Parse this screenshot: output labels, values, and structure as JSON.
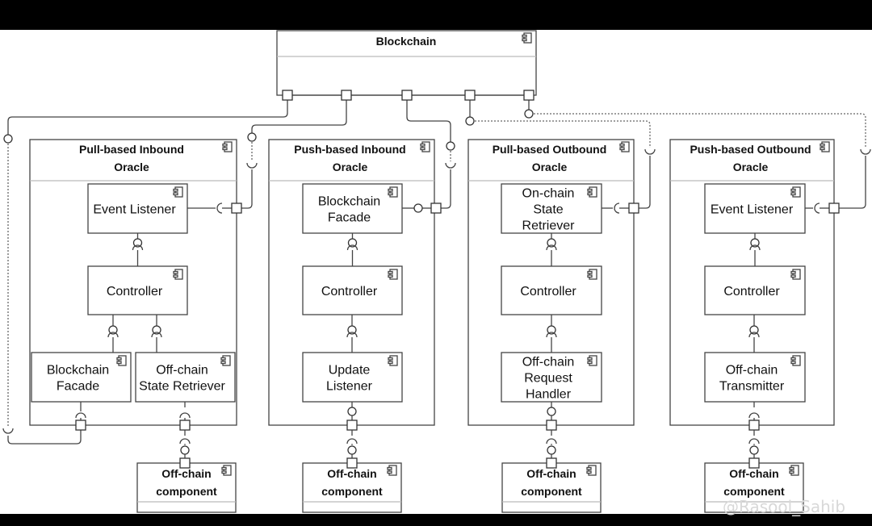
{
  "blockchain": {
    "title": "Blockchain"
  },
  "oracles": [
    {
      "title_line1": "Pull-based Inbound",
      "title_line2": "Oracle",
      "components": [
        [
          "Event Listener"
        ],
        [
          "Controller"
        ],
        [
          "Blockchain",
          "Facade"
        ],
        [
          "Off-chain",
          "State Retriever"
        ]
      ]
    },
    {
      "title_line1": "Push-based Inbound",
      "title_line2": "Oracle",
      "components": [
        [
          "Blockchain",
          "Facade"
        ],
        [
          "Controller"
        ],
        [
          "Update",
          "Listener"
        ]
      ]
    },
    {
      "title_line1": "Pull-based Outbound",
      "title_line2": "Oracle",
      "components": [
        [
          "On-chain",
          "State",
          "Retriever"
        ],
        [
          "Controller"
        ],
        [
          "Off-chain",
          "Request",
          "Handler"
        ]
      ]
    },
    {
      "title_line1": "Push-based Outbound",
      "title_line2": "Oracle",
      "components": [
        [
          "Event Listener"
        ],
        [
          "Controller"
        ],
        [
          "Off-chain",
          "Transmitter"
        ]
      ]
    }
  ],
  "offchain": [
    {
      "title_line1": "Off-chain",
      "title_line2": "component"
    },
    {
      "title_line1": "Off-chain",
      "title_line2": "component"
    },
    {
      "title_line1": "Off-chain",
      "title_line2": "component"
    },
    {
      "title_line1": "Off-chain",
      "title_line2": "component"
    }
  ],
  "watermark": "@Rasool_Sahib",
  "colors": {
    "background": "#000000",
    "diagram": "#ffffff",
    "stroke": "#444444"
  }
}
